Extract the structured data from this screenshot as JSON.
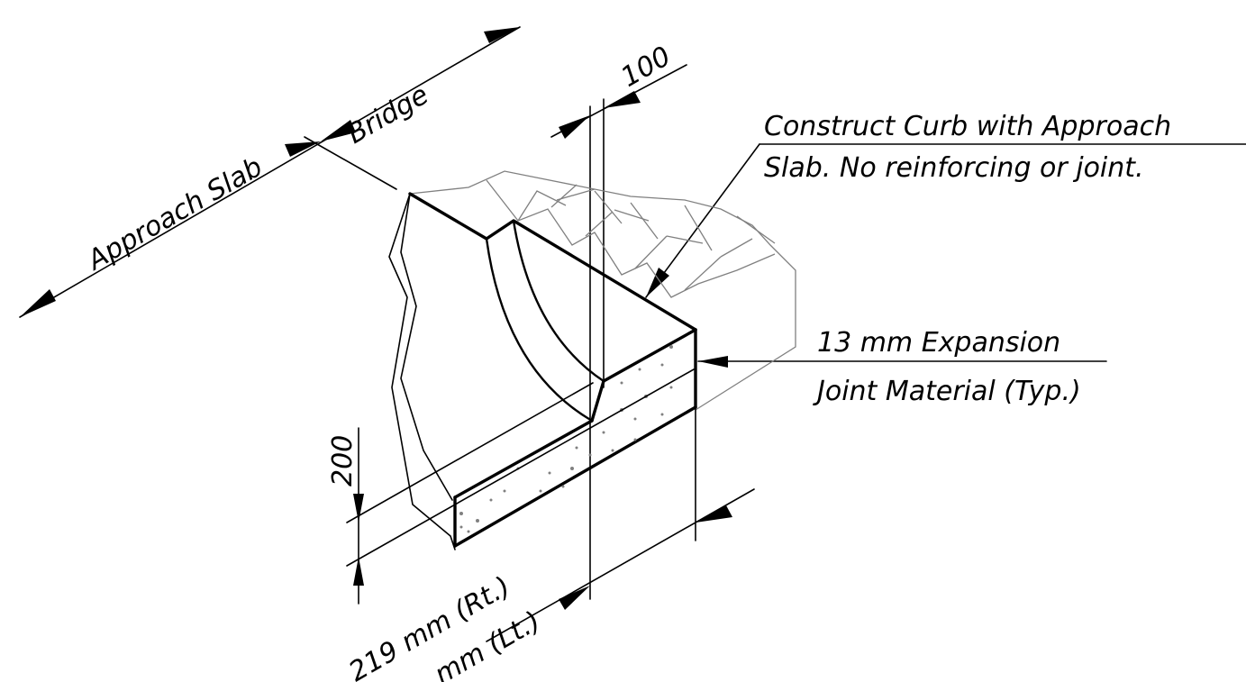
{
  "labels": {
    "approach_slab": "Approach Slab",
    "bridge": "Bridge",
    "dim_100": "100",
    "dim_200": "200",
    "note_curb_line1": "Construct Curb with Approach",
    "note_curb_line2": "Slab. No reinforcing or joint.",
    "note_joint_line1": "13 mm Expansion",
    "note_joint_line2": "Joint Material (Typ.)",
    "width_rt": "219 mm (Rt.)",
    "width_lt": "mm (Lt.)"
  },
  "colors": {
    "line": "#000000",
    "hatch": "#808080",
    "background": "#ffffff"
  }
}
